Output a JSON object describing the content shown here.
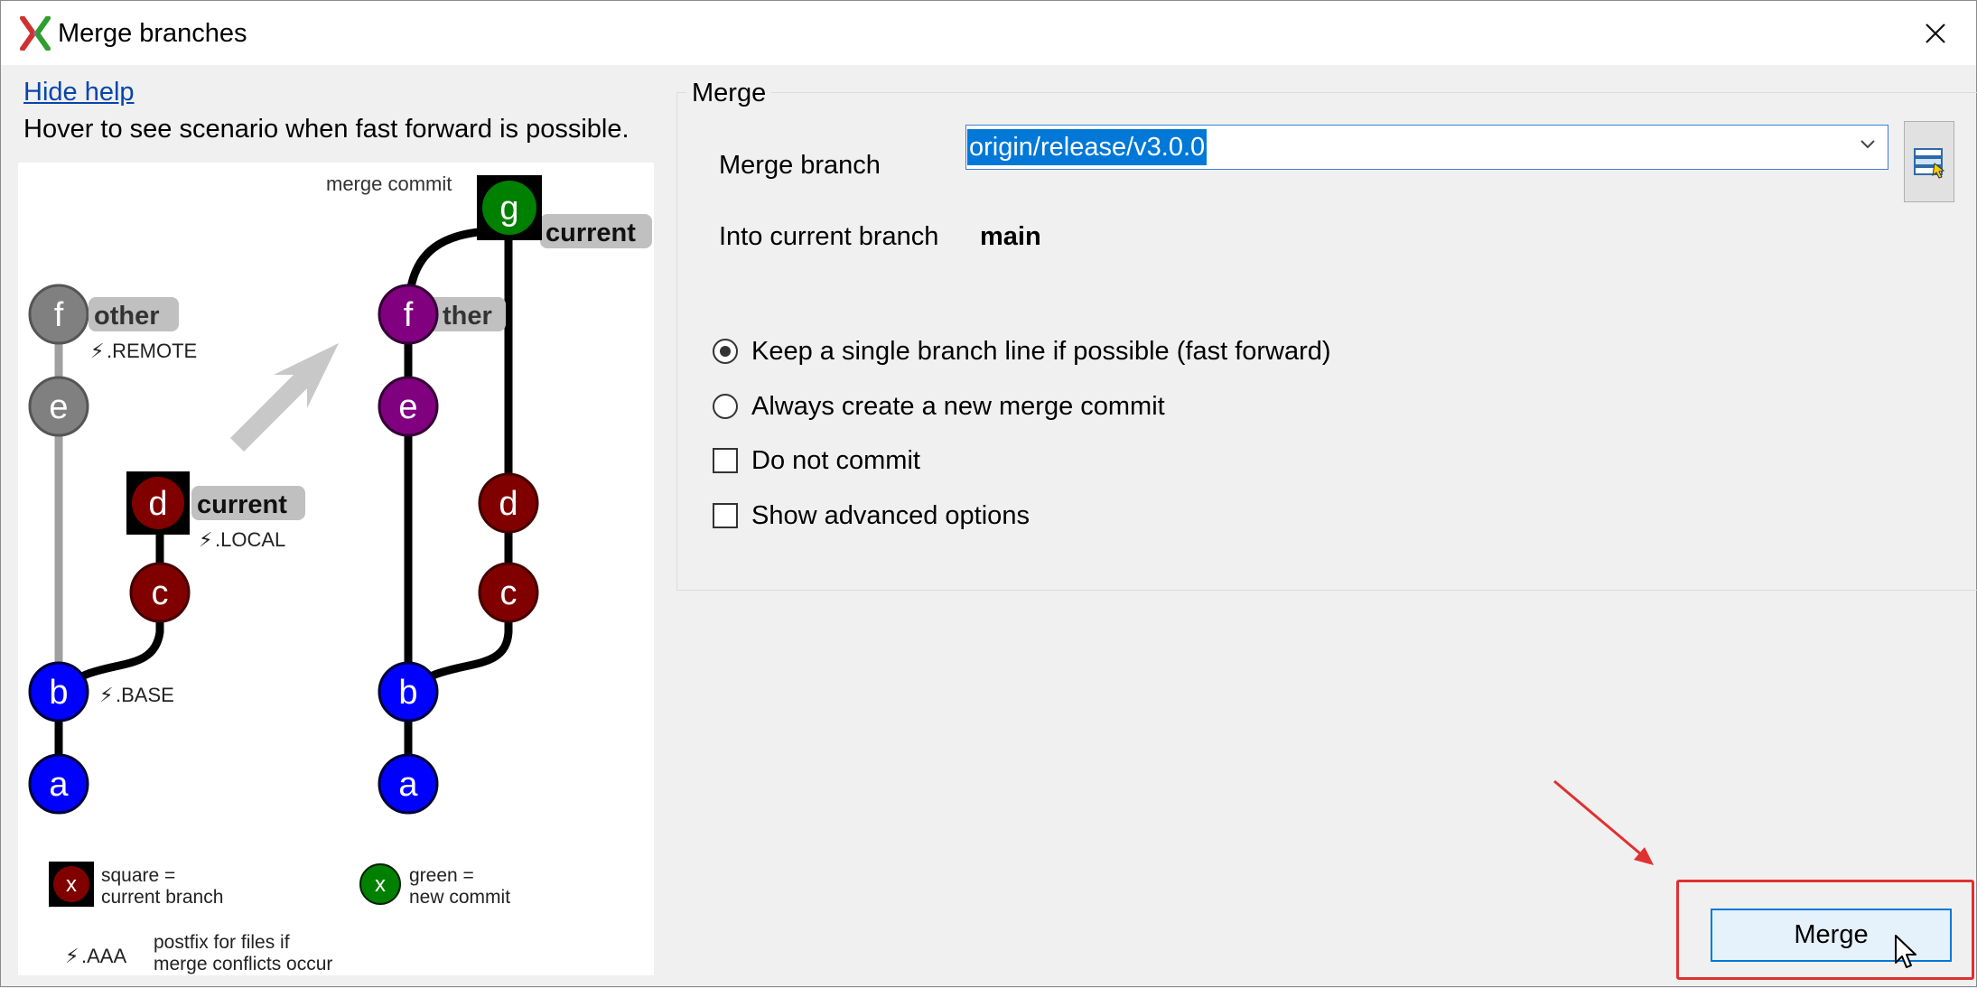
{
  "window": {
    "title": "Merge branches"
  },
  "help": {
    "hide_label": "Hide help",
    "hint": "Hover to see scenario when fast forward is possible.",
    "diagram": {
      "merge_commit_label": "merge commit",
      "left_nodes": [
        "f",
        "e",
        "d",
        "c",
        "b",
        "a"
      ],
      "right_nodes": [
        "g",
        "f",
        "e",
        "d",
        "c",
        "b",
        "a"
      ],
      "tag_other": "other",
      "tag_other_partial": "ther",
      "tag_current": "current",
      "remote_postfix": ".REMOTE",
      "local_postfix": ".LOCAL",
      "base_postfix": ".BASE",
      "legend_x": "x",
      "legend_square_l1": "square =",
      "legend_square_l2": "current branch",
      "legend_green_l1": "green =",
      "legend_green_l2": "new commit",
      "legend_aaa": ".AAA",
      "legend_postfix_l1": "postfix for files if",
      "legend_postfix_l2": "merge conflicts occur",
      "colors": {
        "blue": "#0000ff",
        "red": "#800000",
        "purple": "#800080",
        "green": "#008000",
        "gray": "#808080"
      }
    }
  },
  "merge": {
    "group_title": "Merge",
    "merge_branch_label": "Merge branch",
    "merge_branch_value": "origin/release/v3.0.0",
    "into_label": "Into current branch",
    "current_branch": "main",
    "options": {
      "fast_forward": "Keep a single branch line if possible (fast forward)",
      "new_commit": "Always create a new merge commit",
      "no_commit": "Do not commit",
      "advanced": "Show advanced options"
    },
    "selected_option": "fast_forward"
  },
  "buttons": {
    "merge": "Merge"
  },
  "annotation_color": "#e03030",
  "icons": [
    "app-icon",
    "close-icon",
    "dropdown-arrow-icon",
    "browse-branches-icon",
    "mouse-cursor-icon"
  ]
}
